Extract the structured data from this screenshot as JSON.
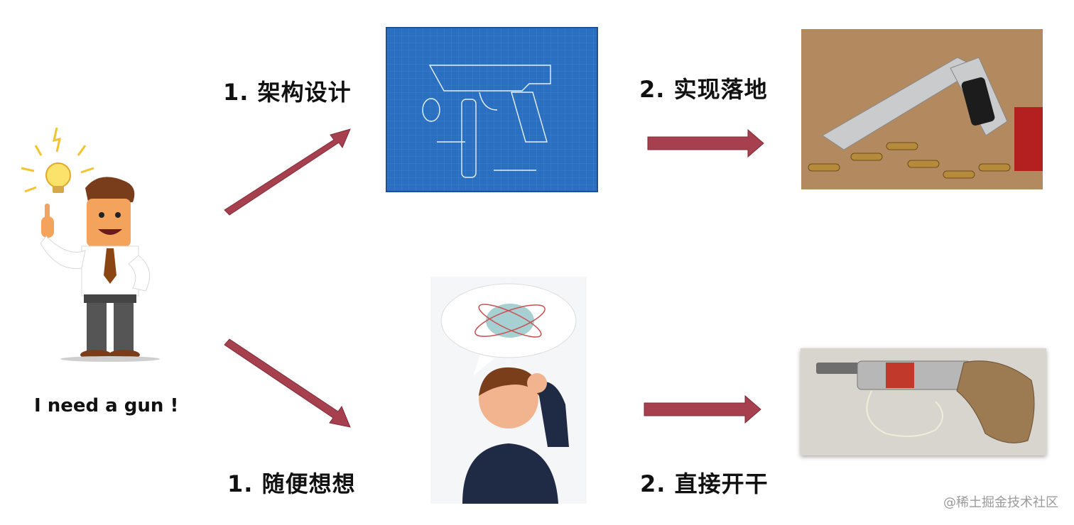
{
  "top_flow": {
    "step1_label": "1. 架构设计",
    "step2_label": "2. 实现落地",
    "blueprint_image": "gun-blueprint-illustration",
    "result_image": "real-pistol-photo"
  },
  "bottom_flow": {
    "step1_label": "1. 随便想想",
    "step2_label": "2. 直接开干",
    "thinking_image": "confused-person-illustration",
    "result_image": "makeshift-gun-photo"
  },
  "person": {
    "caption": "I need a gun !",
    "image": "businessman-idea-cartoon"
  },
  "watermark": "@稀土掘金技术社区",
  "colors": {
    "arrow": "#a6404e",
    "arrow_stroke": "#7e2d38",
    "blueprint": "#2a6fc0"
  }
}
